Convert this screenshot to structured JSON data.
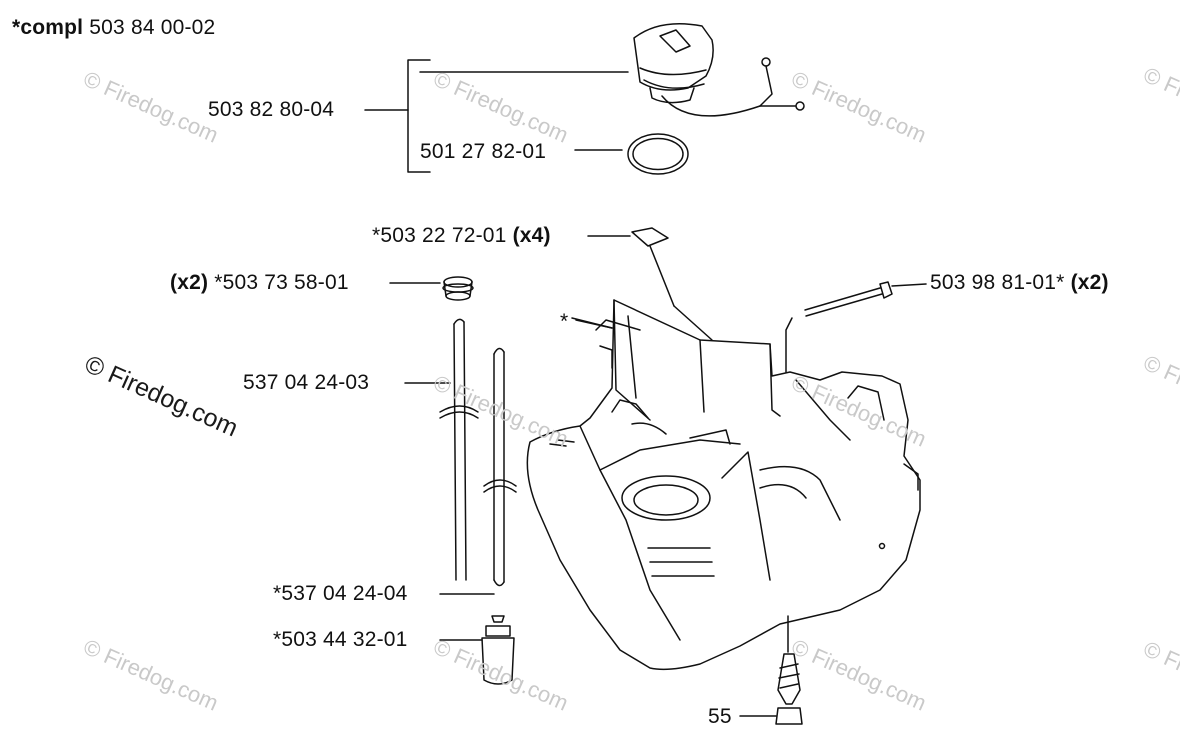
{
  "kit": {
    "prefix": "*compl",
    "number": "503 84 00-02"
  },
  "watermark": {
    "text": "© Firedog.com"
  },
  "labels": {
    "cap_assembly": "503 82 80-04",
    "oring": "501 27 82-01",
    "clip": {
      "number": "*503 22 72-01",
      "qty": "(x4)"
    },
    "grommet": {
      "qty": "(x2)",
      "number": "*503 73 58-01"
    },
    "bolt": {
      "number": "503 98 81-01*",
      "qty": "(x2)"
    },
    "tank_marker": "*",
    "hose_1": "537 04 24-03",
    "hose_2": "*537 04 24-04",
    "filter": "*503 44 32-01",
    "screw": "55"
  },
  "colors": {
    "ink": "#111111",
    "watermark": "#c9c9c9"
  }
}
